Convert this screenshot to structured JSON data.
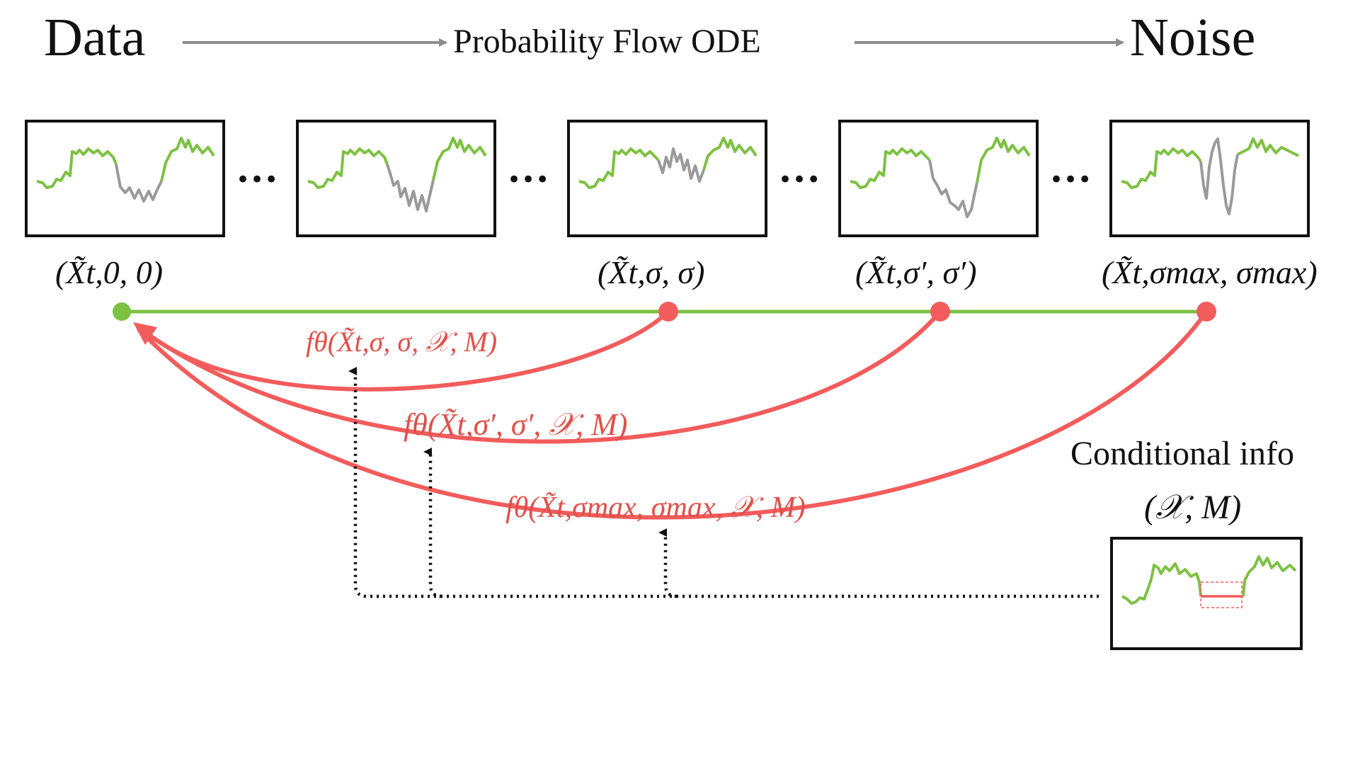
{
  "header": {
    "left": "Data",
    "middle": "Probability Flow ODE",
    "right": "Noise"
  },
  "ellipsis": "•••",
  "panels": [
    {
      "label": "(X̃t,0, 0)"
    },
    {
      "label": ""
    },
    {
      "label": "(X̃t,σ, σ)"
    },
    {
      "label": "(X̃t,σ′, σ′)"
    },
    {
      "label": "(X̃t,σmax, σmax)"
    }
  ],
  "functions": [
    "fθ(X̃t,σ, σ, 𝒳, M)",
    "fθ(X̃t,σ′, σ′, 𝒳, M)",
    "fθ(X̃t,σmax, σmax, 𝒳, M)"
  ],
  "conditional": {
    "title": "Conditional info",
    "value": "(𝒳, M)"
  },
  "colors": {
    "green": "#7dc142",
    "gray": "#9a9a9a",
    "red": "#f25c5c",
    "func_text": "#e0504a",
    "arrow_gray": "#8c8c8c"
  }
}
